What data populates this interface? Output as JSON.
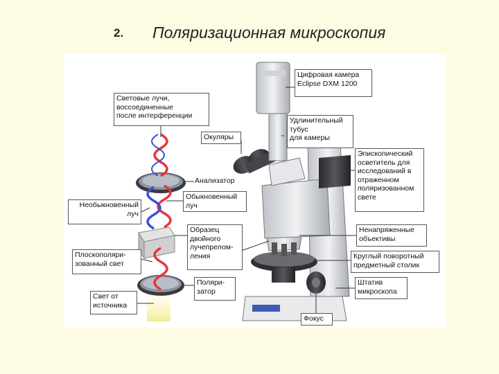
{
  "header": {
    "slide_number": "2.",
    "title": "Поляризационная микроскопия"
  },
  "labels": {
    "camera": "Цифровая камера\nEclipse DXM 1200",
    "light_rays": "Световые лучи,\nвоссоединенные\nпосле интерференции",
    "eyepieces": "Окуляры",
    "extension_tube": "Удлинительный\nтубус\nдля камеры",
    "episcopic": "Эпископический\nосветитель для\nисследований в\nотраженном\nполяризованном\nсвете",
    "analyzer": "Анализатор",
    "extraordinary": "Необыкновенный\nлуч",
    "ordinary": "Обыкновенный\nлуч",
    "specimen": "Образец\nдвойного\nлучепрелом-\nления",
    "objectives": "Ненапряженные\nобъективы",
    "plane_polarized": "Плоскополяри-\nзованный свет",
    "stage": "Круглый поворотный\nпредметный столик",
    "polarizer": "Поляри-\nзатор",
    "stand": "Штатив\nмикроскопа",
    "light_source": "Свет от\nисточника",
    "focus": "Фокус"
  },
  "colors": {
    "background": "#fdfce3",
    "red_wave": "#e8333c",
    "blue_wave": "#3a4fd8",
    "source_glow": "#f3f0a0"
  }
}
